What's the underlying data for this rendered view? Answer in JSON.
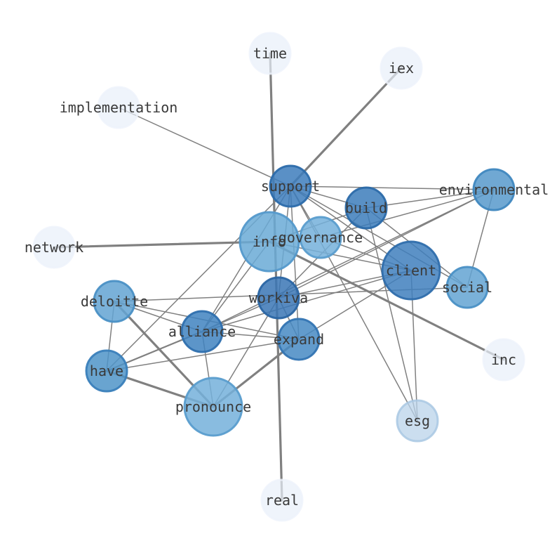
{
  "nodes": [
    {
      "id": "time",
      "label": "time",
      "fill": "#e8f0fa",
      "stroke": "#edf3fb",
      "opacity": 0.7
    },
    {
      "id": "iex",
      "label": "iex",
      "fill": "#e8f0fa",
      "stroke": "#edf3fb",
      "opacity": 0.7
    },
    {
      "id": "implementation",
      "label": "implementation",
      "fill": "#e8f0fa",
      "stroke": "#edf3fb",
      "opacity": 0.7
    },
    {
      "id": "network",
      "label": "network",
      "fill": "#e8f0fa",
      "stroke": "#edf3fb",
      "opacity": 0.7
    },
    {
      "id": "inc",
      "label": "inc",
      "fill": "#e8f0fa",
      "stroke": "#edf3fb",
      "opacity": 0.7
    },
    {
      "id": "real",
      "label": "real",
      "fill": "#e8f0fa",
      "stroke": "#edf3fb",
      "opacity": 0.7
    },
    {
      "id": "esg",
      "label": "esg",
      "fill": "#b9d3ea",
      "stroke": "#a9c8e3",
      "opacity": 0.75
    },
    {
      "id": "environmental",
      "label": "environmental",
      "fill": "#5799cb",
      "stroke": "#3f87bf",
      "opacity": 0.85
    },
    {
      "id": "social",
      "label": "social",
      "fill": "#63a3d2",
      "stroke": "#4a90c5",
      "opacity": 0.85
    },
    {
      "id": "deloitte",
      "label": "deloitte",
      "fill": "#63a3d2",
      "stroke": "#4a90c5",
      "opacity": 0.85
    },
    {
      "id": "have",
      "label": "have",
      "fill": "#4f94c8",
      "stroke": "#3a80ba",
      "opacity": 0.85
    },
    {
      "id": "pronounce",
      "label": "pronounce",
      "fill": "#74b0da",
      "stroke": "#5a9dcd",
      "opacity": 0.85
    },
    {
      "id": "info",
      "label": "info",
      "fill": "#6aaad6",
      "stroke": "#5499cb",
      "opacity": 0.85
    },
    {
      "id": "governance",
      "label": "governance",
      "fill": "#74b0da",
      "stroke": "#5a9dcd",
      "opacity": 0.85
    },
    {
      "id": "alliance",
      "label": "alliance",
      "fill": "#3f82bf",
      "stroke": "#2e6fae",
      "opacity": 0.85
    },
    {
      "id": "expand",
      "label": "expand",
      "fill": "#4689c3",
      "stroke": "#3374b2",
      "opacity": 0.85
    },
    {
      "id": "client",
      "label": "client",
      "fill": "#3f7fbd",
      "stroke": "#2f6eac",
      "opacity": 0.85
    },
    {
      "id": "support",
      "label": "support",
      "fill": "#3d7dbc",
      "stroke": "#2c6cab",
      "opacity": 0.85
    },
    {
      "id": "build",
      "label": "build",
      "fill": "#3c7cbb",
      "stroke": "#2b6aa9",
      "opacity": 0.85
    },
    {
      "id": "workiva",
      "label": "workiva",
      "fill": "#3a76b5",
      "stroke": "#2a65a3",
      "opacity": 0.85
    }
  ],
  "edges": [
    {
      "source": "time",
      "target": "real",
      "weight": 3.2
    },
    {
      "source": "iex",
      "target": "support",
      "weight": 3.2
    },
    {
      "source": "network",
      "target": "info",
      "weight": 3.2
    },
    {
      "source": "info",
      "target": "inc",
      "weight": 3.2
    },
    {
      "source": "deloitte",
      "target": "pronounce",
      "weight": 3.2
    },
    {
      "source": "have",
      "target": "pronounce",
      "weight": 3.2
    },
    {
      "source": "pronounce",
      "target": "expand",
      "weight": 3.2
    },
    {
      "source": "have",
      "target": "alliance",
      "weight": 2.2
    },
    {
      "source": "implementation",
      "target": "support",
      "weight": 1.5
    },
    {
      "source": "support",
      "target": "environmental",
      "weight": 1.5
    },
    {
      "source": "support",
      "target": "build",
      "weight": 1.5
    },
    {
      "source": "support",
      "target": "client",
      "weight": 1.5
    },
    {
      "source": "support",
      "target": "social",
      "weight": 1.5
    },
    {
      "source": "support",
      "target": "governance",
      "weight": 1.5
    },
    {
      "source": "support",
      "target": "workiva",
      "weight": 1.5
    },
    {
      "source": "support",
      "target": "alliance",
      "weight": 1.5
    },
    {
      "source": "support",
      "target": "expand",
      "weight": 1.5
    },
    {
      "source": "support",
      "target": "have",
      "weight": 1.5
    },
    {
      "source": "support",
      "target": "esg",
      "weight": 1.5
    },
    {
      "source": "build",
      "target": "environmental",
      "weight": 1.5
    },
    {
      "source": "build",
      "target": "info",
      "weight": 1.5
    },
    {
      "source": "build",
      "target": "workiva",
      "weight": 1.5
    },
    {
      "source": "build",
      "target": "social",
      "weight": 1.5
    },
    {
      "source": "build",
      "target": "esg",
      "weight": 1.5
    },
    {
      "source": "environmental",
      "target": "governance",
      "weight": 1.5
    },
    {
      "source": "environmental",
      "target": "social",
      "weight": 1.5
    },
    {
      "source": "environmental",
      "target": "workiva",
      "weight": 1.5
    },
    {
      "source": "environmental",
      "target": "alliance",
      "weight": 1.5
    },
    {
      "source": "info",
      "target": "client",
      "weight": 1.5
    },
    {
      "source": "info",
      "target": "alliance",
      "weight": 1.5
    },
    {
      "source": "governance",
      "target": "client",
      "weight": 1.5
    },
    {
      "source": "client",
      "target": "workiva",
      "weight": 1.5
    },
    {
      "source": "client",
      "target": "alliance",
      "weight": 1.5
    },
    {
      "source": "client",
      "target": "esg",
      "weight": 1.5
    },
    {
      "source": "client",
      "target": "expand",
      "weight": 1.5
    },
    {
      "source": "deloitte",
      "target": "social",
      "weight": 1.5
    },
    {
      "source": "deloitte",
      "target": "expand",
      "weight": 1.5
    },
    {
      "source": "deloitte",
      "target": "have",
      "weight": 1.5
    },
    {
      "source": "deloitte",
      "target": "alliance",
      "weight": 1.5
    },
    {
      "source": "workiva",
      "target": "alliance",
      "weight": 1.5
    },
    {
      "source": "workiva",
      "target": "expand",
      "weight": 1.5
    },
    {
      "source": "alliance",
      "target": "expand",
      "weight": 1.5
    },
    {
      "source": "alliance",
      "target": "pronounce",
      "weight": 1.5
    },
    {
      "source": "have",
      "target": "expand",
      "weight": 1.5
    },
    {
      "source": "pronounce",
      "target": "workiva",
      "weight": 1.5
    }
  ]
}
